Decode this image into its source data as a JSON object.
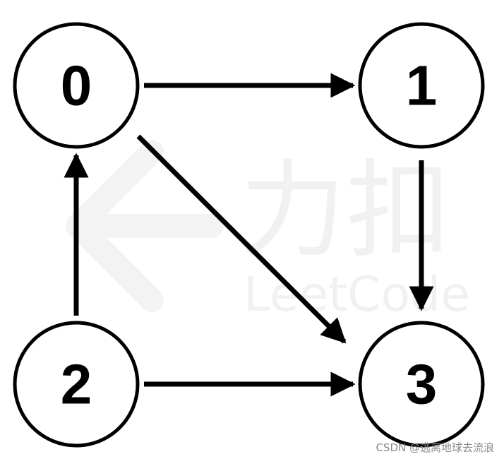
{
  "graph": {
    "nodes": [
      {
        "id": "0",
        "label": "0"
      },
      {
        "id": "1",
        "label": "1"
      },
      {
        "id": "2",
        "label": "2"
      },
      {
        "id": "3",
        "label": "3"
      }
    ],
    "edges": [
      {
        "from": "0",
        "to": "1"
      },
      {
        "from": "0",
        "to": "3"
      },
      {
        "from": "1",
        "to": "3"
      },
      {
        "from": "2",
        "to": "0"
      },
      {
        "from": "2",
        "to": "3"
      }
    ],
    "node_fill": "#ffffff",
    "stroke_color": "#000000"
  },
  "watermark": {
    "chinese": "力扣",
    "english": "LeetCode",
    "color": "#f1f1f1"
  },
  "footer": {
    "credit": "CSDN @逃离地球去流浪"
  }
}
